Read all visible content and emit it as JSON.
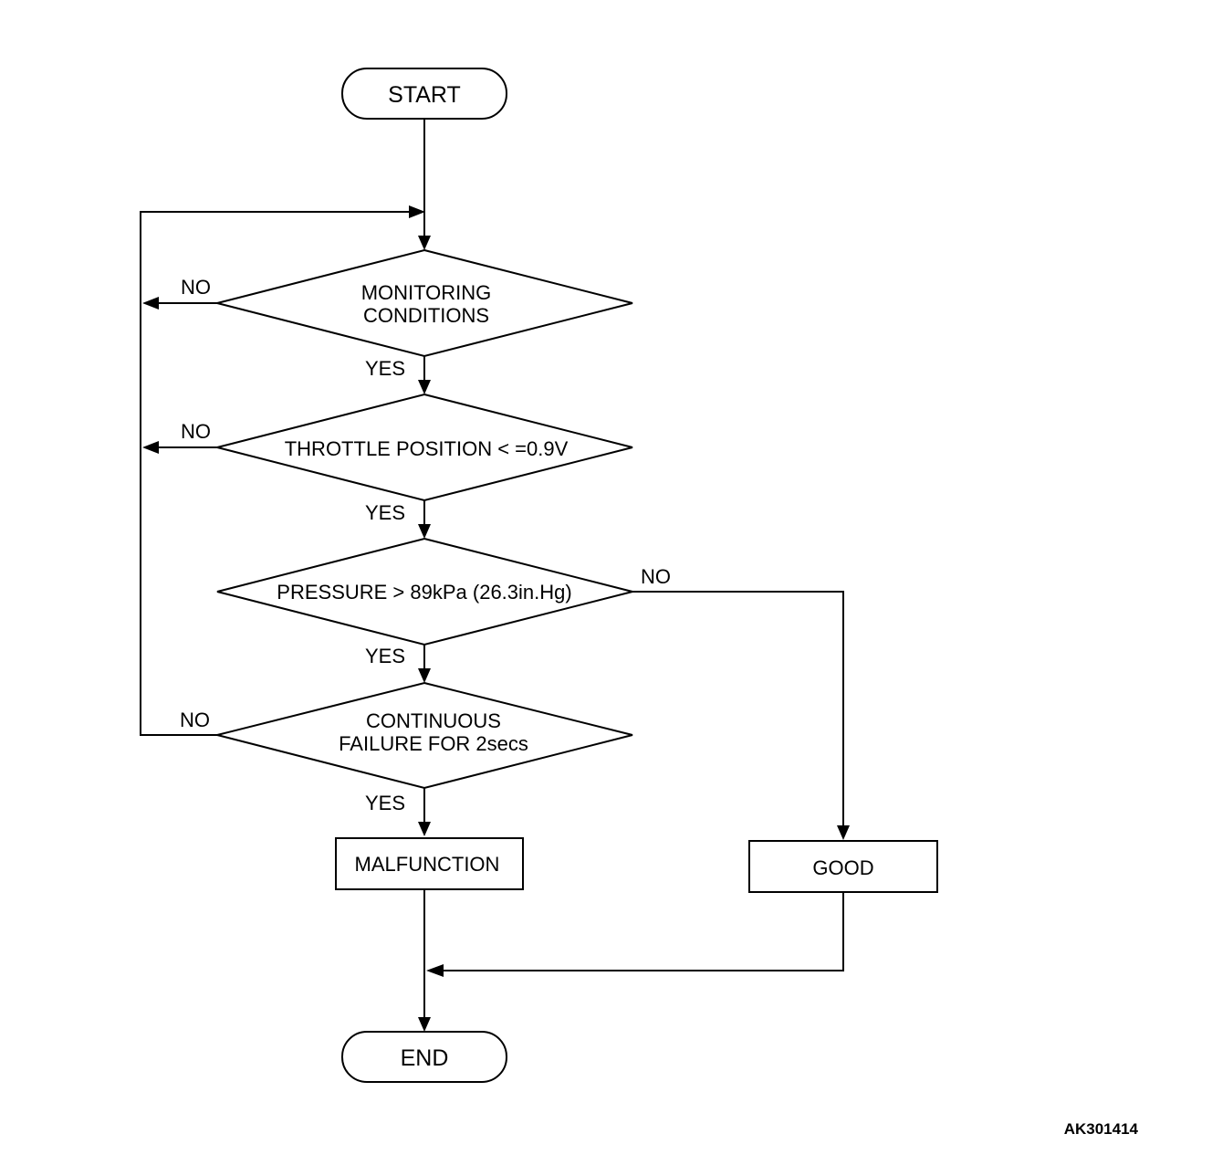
{
  "start": "START",
  "end": "END",
  "decisions": [
    {
      "line1": "MONITORING",
      "line2": "CONDITIONS"
    },
    {
      "line1": "THROTTLE POSITION < =0.9V"
    },
    {
      "line1": "PRESSURE > 89kPa (26.3in.Hg)"
    },
    {
      "line1": "CONTINUOUS",
      "line2": "FAILURE FOR 2secs"
    }
  ],
  "labels": {
    "yes": "YES",
    "no": "NO"
  },
  "malfunction": "MALFUNCTION",
  "good": "GOOD",
  "reference_code": "AK301414"
}
